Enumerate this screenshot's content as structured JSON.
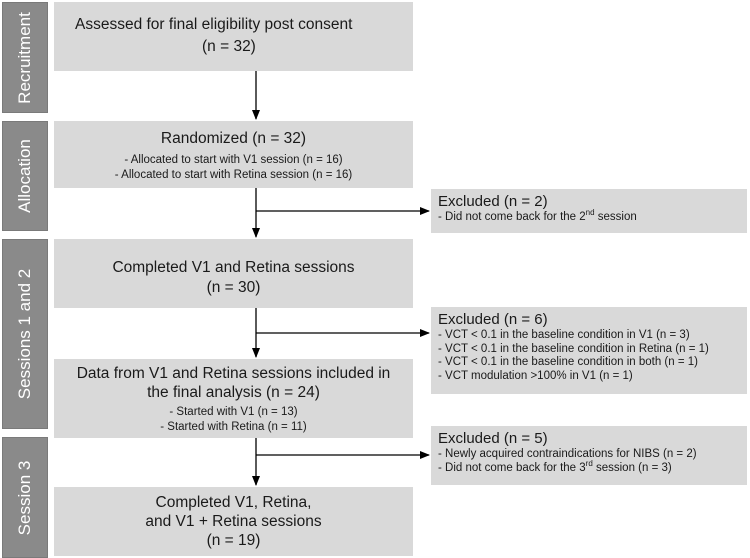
{
  "phases": {
    "recruitment": "Recruitment",
    "allocation": "Allocation",
    "sessions12": "Sessions 1 and 2",
    "session3": "Session 3"
  },
  "boxes": {
    "assessed": {
      "line1": "Assessed for final eligibility post consent",
      "line2": "(n = 32)"
    },
    "randomized": {
      "title": "Randomized (n = 32)",
      "items": [
        "- Allocated to start with V1 session (n = 16)",
        "- Allocated to start with Retina session (n = 16)"
      ]
    },
    "completed12": {
      "line1": "Completed V1 and Retina sessions",
      "line2": "(n = 30)"
    },
    "data": {
      "line1": "Data from V1 and Retina sessions included in",
      "line2": "the final analysis (n = 24)",
      "items": [
        "- Started with V1 (n = 13)",
        "- Started with Retina (n = 11)"
      ]
    },
    "completed3": {
      "line1": "Completed V1, Retina,",
      "line2": "and V1 + Retina sessions",
      "line3": "(n = 19)"
    }
  },
  "excluded": {
    "ex1": {
      "title": "Excluded (n = 2)",
      "item_pre": "- Did not come back for the 2",
      "item_sup": "nd",
      "item_post": " session"
    },
    "ex2": {
      "title": "Excluded (n = 6)",
      "items": [
        "- VCT < 0.1 in the baseline condition in V1 (n = 3)",
        "- VCT < 0.1 in the baseline condition in Retina (n = 1)",
        "- VCT < 0.1 in the baseline condition in both (n = 1)",
        "- VCT modulation >100% in V1 (n = 1)"
      ]
    },
    "ex3": {
      "title": "Excluded (n = 5)",
      "item1": "- Newly acquired contraindications for NIBS (n = 2)",
      "item2_pre": "- Did not come back for the 3",
      "item2_sup": "rd",
      "item2_post": " session (n = 3)"
    }
  }
}
